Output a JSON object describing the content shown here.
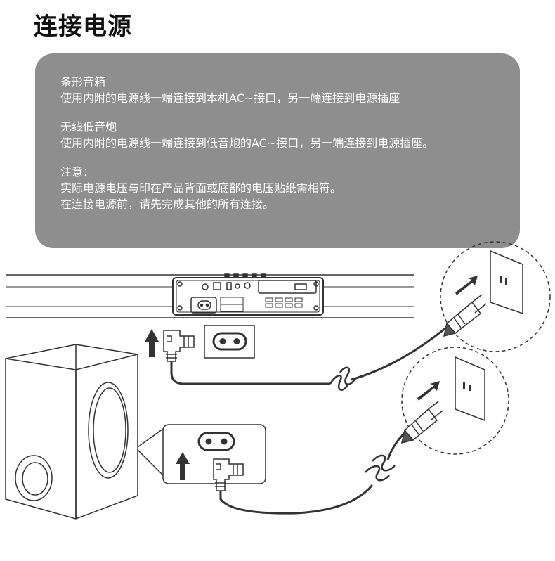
{
  "page": {
    "title": "连接电源"
  },
  "note": {
    "blocks": [
      {
        "lines": [
          "条形音箱",
          "使用内附的电源线一端连接到本机AC~接口，另一端连接到电源插座"
        ]
      },
      {
        "lines": [
          "无线低音炮",
          "使用内附的电源线一端连接到低音炮的AC~接口，另一端连接到电源插座。"
        ]
      },
      {
        "lines": [
          "注意：",
          "实际电源电压与印在产品背面或底部的电压贴纸需相符。",
          "在连接电源前，请先完成其他的所有连接。"
        ]
      }
    ]
  },
  "colors": {
    "note_background": "#8e8e8e",
    "line": "#333333",
    "text": "#111111"
  },
  "icons": [
    "up-arrow-icon",
    "ac-figure8-socket-icon",
    "wall-outlet-icon",
    "power-plug-icon",
    "cable-break-icon"
  ]
}
